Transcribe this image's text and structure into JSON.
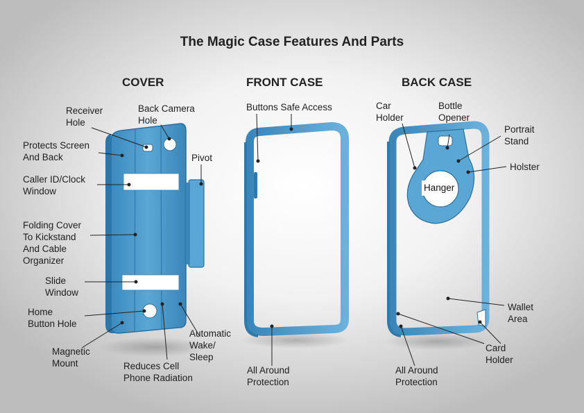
{
  "title": "The Magic Case Features And Parts",
  "sections": {
    "cover": "COVER",
    "front": "FRONT CASE",
    "back": "BACK CASE"
  },
  "labels": {
    "receiver_hole": "Receiver\nHole",
    "back_camera_hole": "Back Camera\nHole",
    "protects_screen": "Protects Screen\nAnd Back",
    "pivot": "Pivot",
    "caller_id": "Caller ID/Clock\nWindow",
    "folding_cover": "Folding Cover\nTo Kickstand\nAnd Cable\nOrganizer",
    "slide_window": "Slide\nWindow",
    "home_button": "Home\nButton Hole",
    "magnetic_mount": "Magnetic\nMount",
    "reduces_radiation": "Reduces Cell\nPhone Radiation",
    "automatic_wake": "Automatic\nWake/\nSleep",
    "buttons_safe": "Buttons Safe Access",
    "all_around_front": "All Around\nProtection",
    "car_holder": "Car\nHolder",
    "bottle_opener": "Bottle\nOpener",
    "portrait_stand": "Portrait\nStand",
    "holster": "Holster",
    "hanger": "Hanger",
    "wallet_area": "Wallet\nArea",
    "card_holder": "Card\nHolder",
    "all_around_back": "All Around\nProtection"
  },
  "colors": {
    "case_blue": "#4f9ccc",
    "case_blue_dark": "#2f79ab",
    "case_blue_light": "#7ab8df"
  }
}
